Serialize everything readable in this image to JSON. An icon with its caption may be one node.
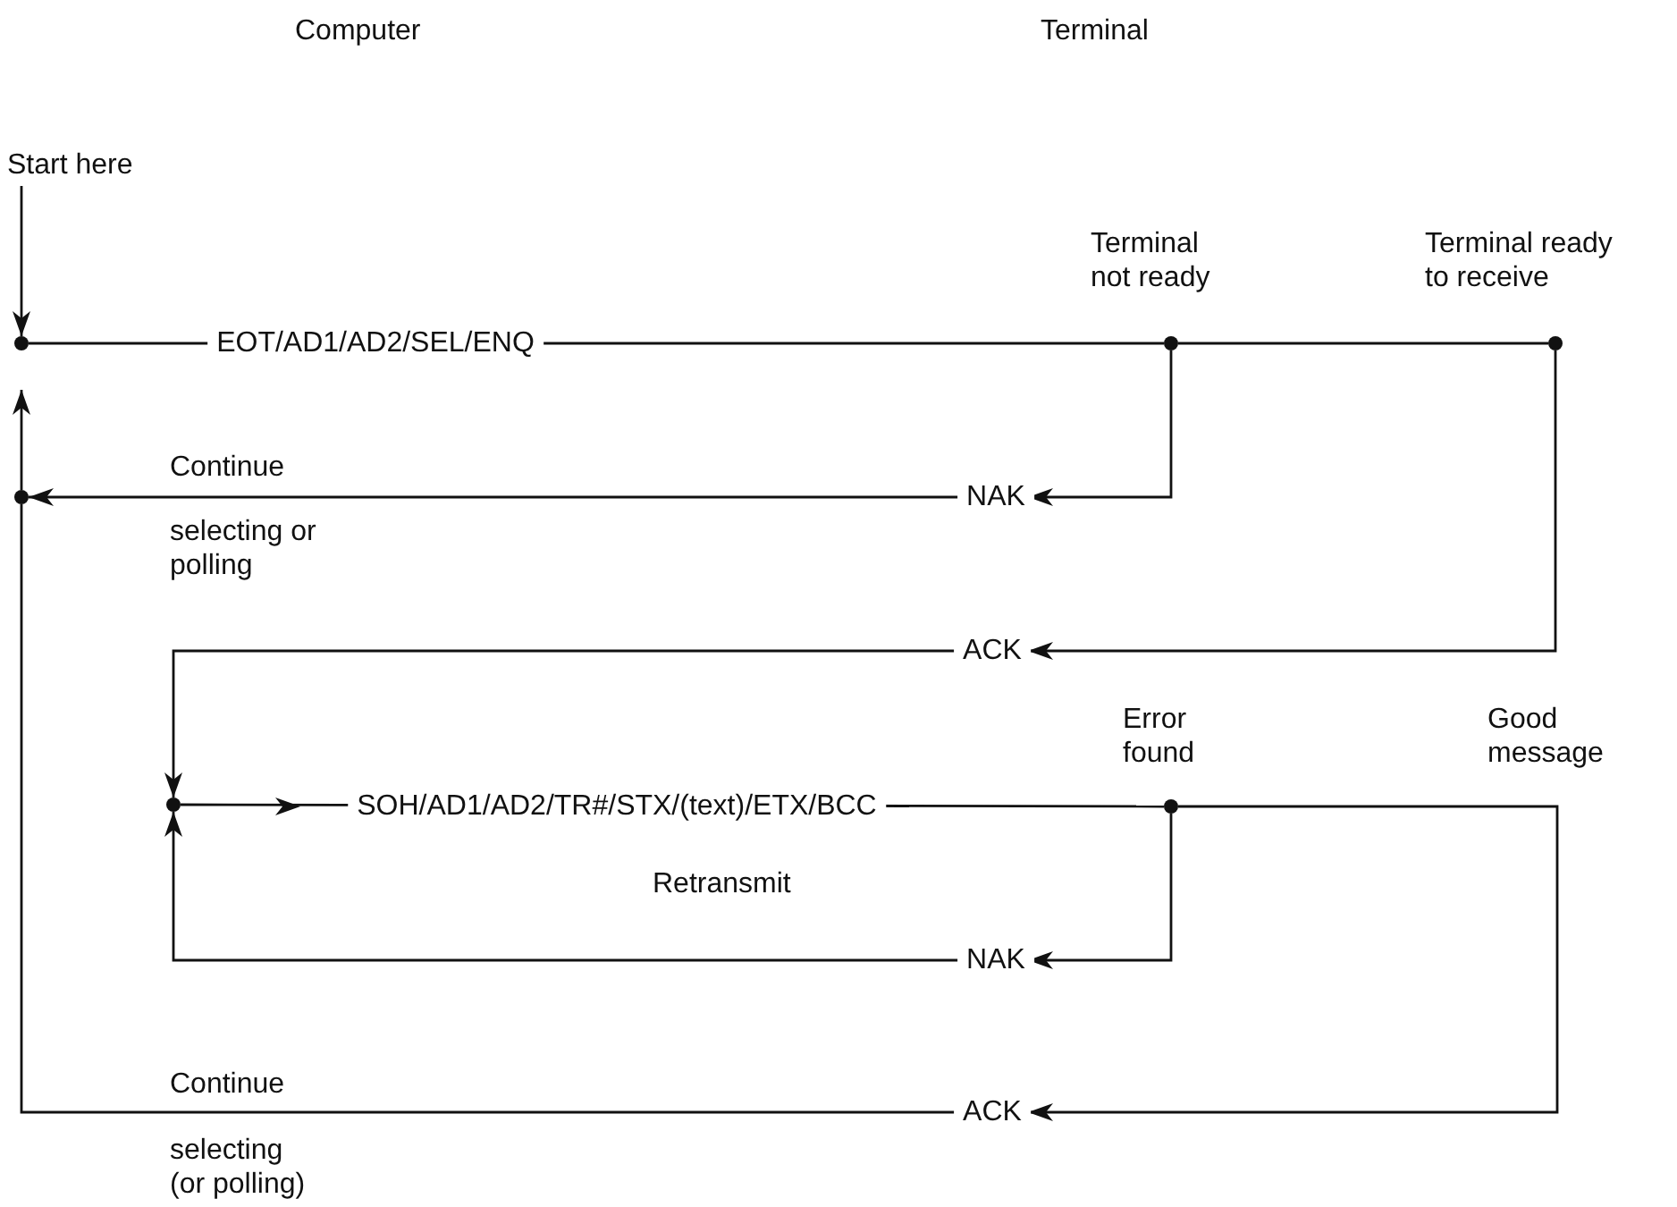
{
  "diagram": {
    "nodes": [
      {
        "text": [
          "Start here"
        ]
      },
      {
        "text": [],
        "shape": "circle"
      },
      {
        "text": [],
        "shape": "circle",
        "beside": [
          "Terminal not ready"
        ]
      },
      {
        "text": [],
        "shape": "circle",
        "beside": [
          "Terminal ready to receive"
        ]
      },
      {
        "text": [],
        "shape": "circle"
      },
      {
        "text": [],
        "shape": "circle"
      },
      {
        "text": [],
        "shape": "circle",
        "beside": [
          "Error found"
        ]
      }
    ],
    "edges": [
      {
        "from": 0,
        "to": 1,
        "arrow": "to"
      },
      {
        "from": 1,
        "to": 2,
        "arrow": "none",
        "label": "EOT/AD1/AD2/SEL/ENQ"
      },
      {
        "from": 2,
        "to": 3,
        "arrow": "none"
      },
      {
        "from": 2,
        "to": 4,
        "arrow": "to",
        "label": "NAK"
      },
      {
        "from": 3,
        "to": 5,
        "arrow": "to",
        "label": "ACK"
      },
      {
        "from": 5,
        "to": 6,
        "arrow": "to",
        "label": "SOH/AD1/AD2/TR#/STX/(text)/ETX/BCC"
      },
      {
        "from": 6,
        "to": 5,
        "arrow": "to",
        "label": "NAK"
      },
      {
        "from": 6,
        "to": 4,
        "arrow": "to",
        "label": "ACK"
      },
      {
        "from": 4,
        "to": 1,
        "arrow": "to"
      }
    ],
    "labels": [
      "Computer",
      "Terminal",
      "Continue",
      "selecting or polling",
      "Retransmit",
      "Good message",
      "Continue",
      "selecting (or polling)"
    ]
  }
}
